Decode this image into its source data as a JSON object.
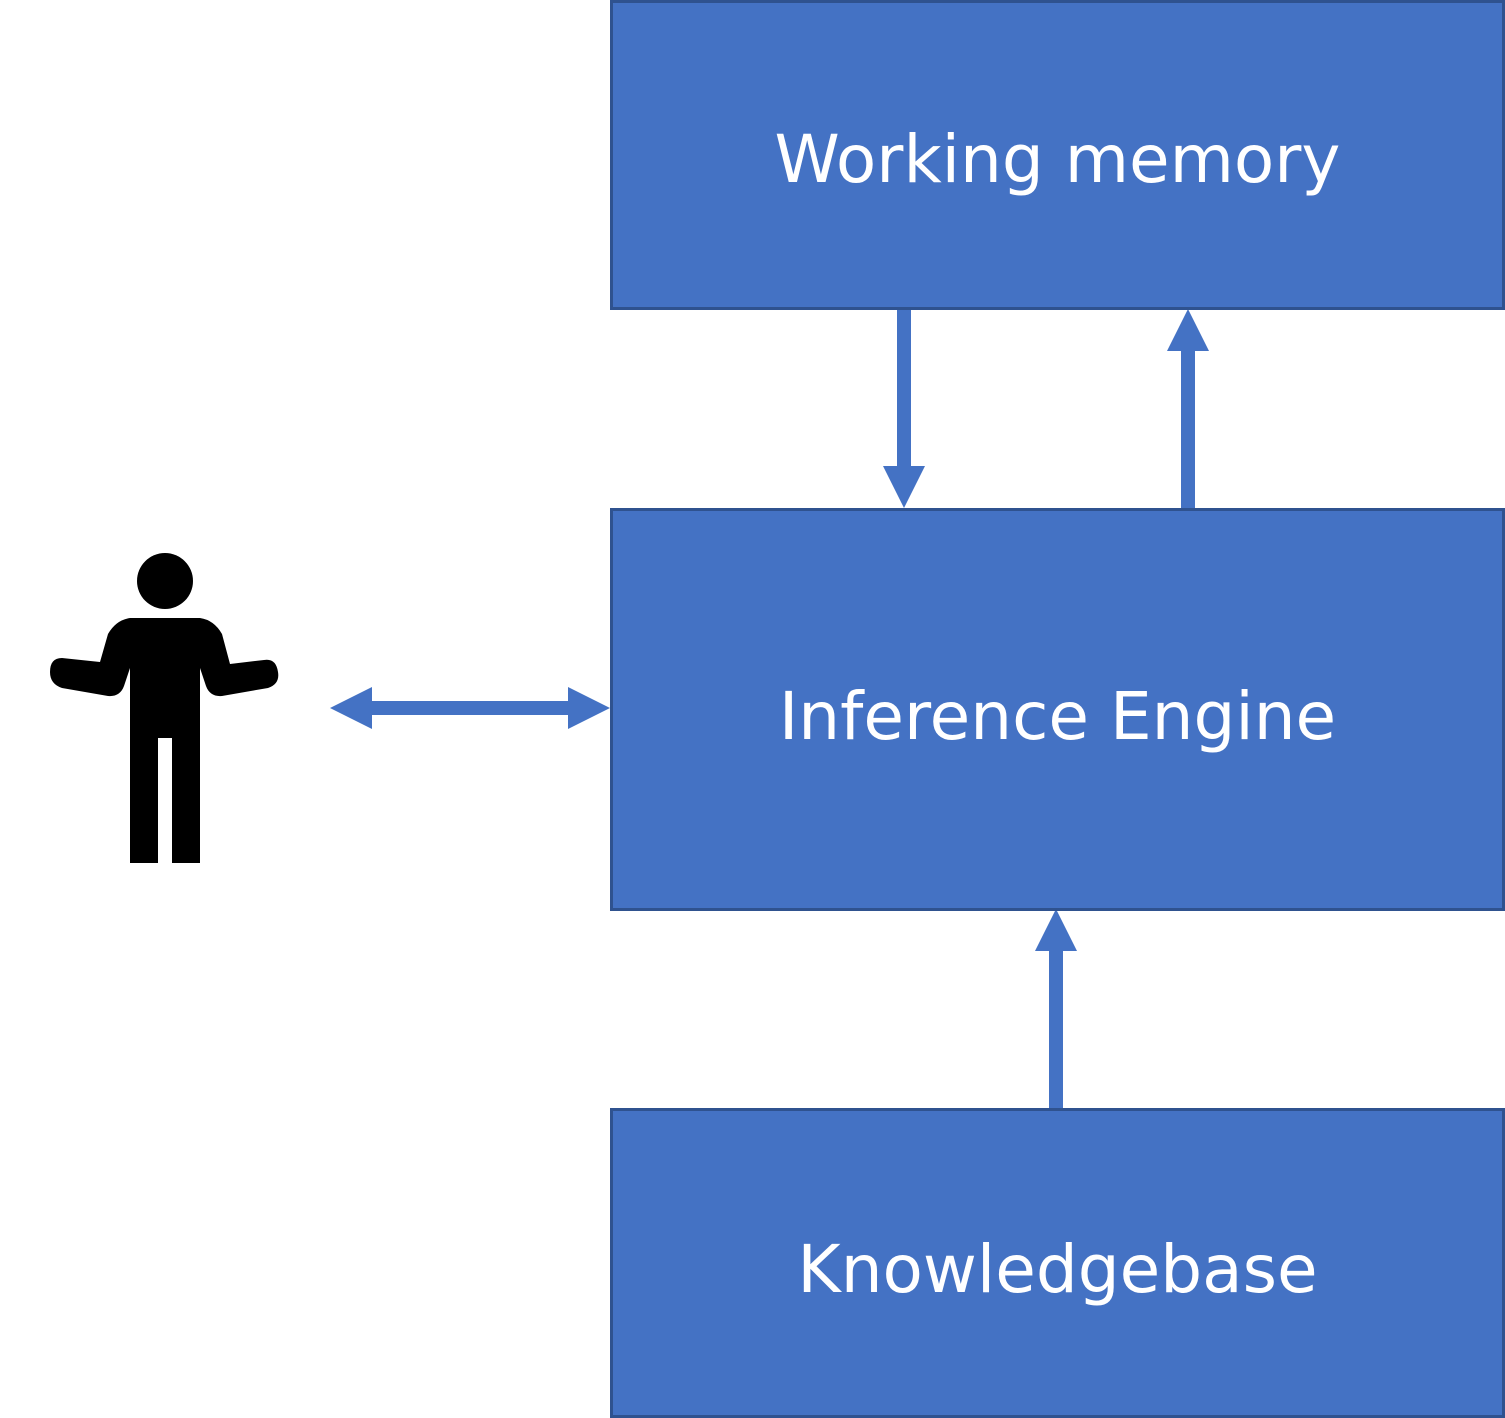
{
  "colors": {
    "box_fill": "#4472c4",
    "box_border": "#2f528f",
    "box_text": "#ffffff",
    "arrow": "#4472c4",
    "person": "#000000"
  },
  "boxes": {
    "working_memory": "Working memory",
    "inference_engine": "Inference Engine",
    "knowledgebase": "Knowledgebase"
  },
  "icons": {
    "user": "person-shrugging-icon"
  },
  "connections": [
    {
      "from": "working_memory",
      "to": "inference_engine",
      "direction": "down"
    },
    {
      "from": "inference_engine",
      "to": "working_memory",
      "direction": "up"
    },
    {
      "from": "knowledgebase",
      "to": "inference_engine",
      "direction": "up"
    },
    {
      "from": "user",
      "to": "inference_engine",
      "direction": "bidirectional"
    }
  ]
}
